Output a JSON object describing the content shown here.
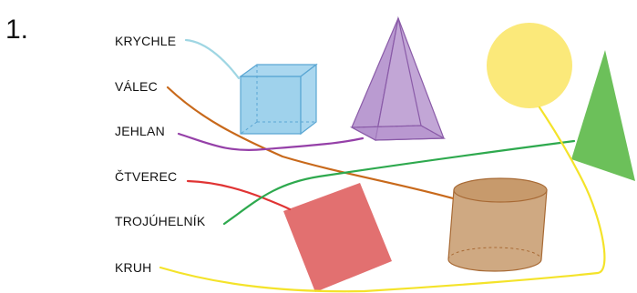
{
  "exercise_number": "1.",
  "labels": [
    "KRYCHLE",
    "VÁLEC",
    "JEHLAN",
    "ČTVEREC",
    "TROJÚHELNÍK",
    "KRUH"
  ],
  "shapes": [
    {
      "name": "cube",
      "fill": "#8ecae9",
      "stroke": "#5aa6d3"
    },
    {
      "name": "pyramid",
      "fill": "#b390cc",
      "stroke": "#8a5ba8"
    },
    {
      "name": "circle",
      "fill": "#fbe97a"
    },
    {
      "name": "triangle",
      "fill": "#6cc05a"
    },
    {
      "name": "square",
      "fill": "#e27070"
    },
    {
      "name": "cylinder",
      "fill": "#c79a6c",
      "stroke": "#a86a35"
    }
  ],
  "connections": [
    {
      "label": "KRYCHLE",
      "shape": "cube",
      "color": "#9fd6e3"
    },
    {
      "label": "VÁLEC",
      "shape": "cylinder",
      "color": "#c8691b"
    },
    {
      "label": "JEHLAN",
      "shape": "pyramid",
      "color": "#9540a8"
    },
    {
      "label": "ČTVEREC",
      "shape": "square",
      "color": "#e03434"
    },
    {
      "label": "TROJÚHELNÍK",
      "shape": "triangle",
      "color": "#2ea94e"
    },
    {
      "label": "KRUH",
      "shape": "circle",
      "color": "#f4e32a"
    }
  ]
}
